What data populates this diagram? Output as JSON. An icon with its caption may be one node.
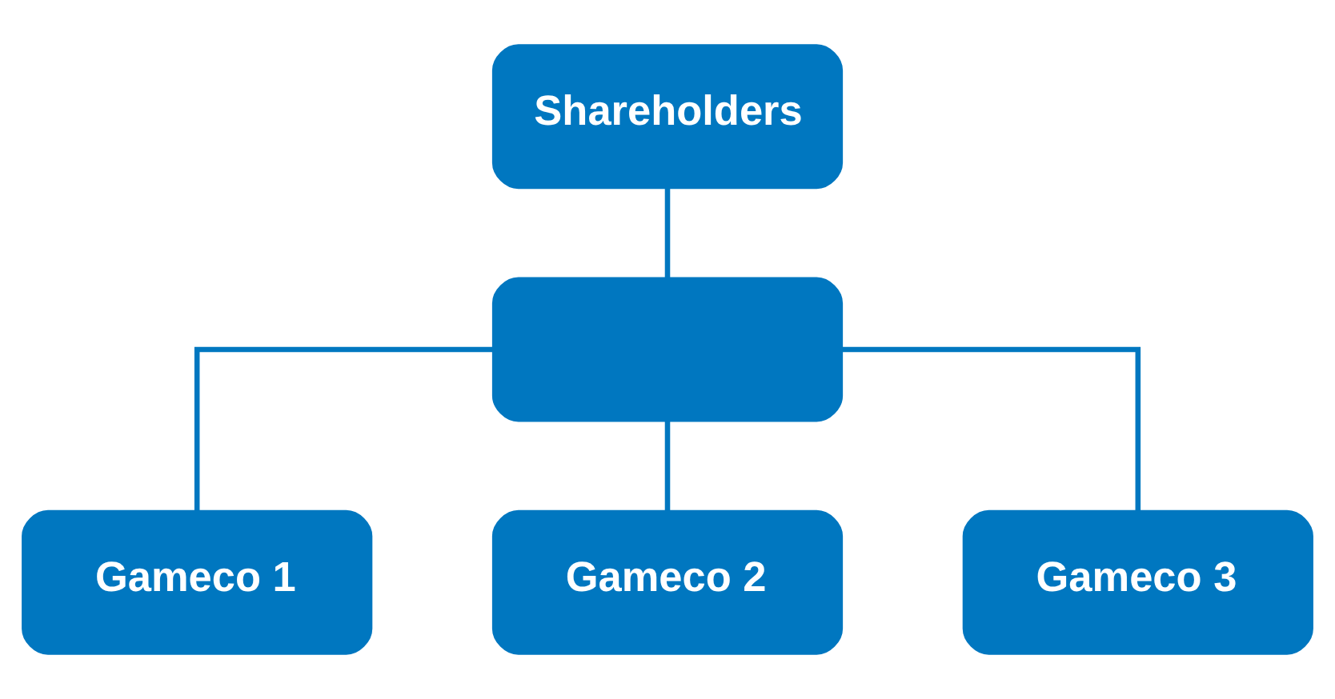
{
  "diagram": {
    "nodes": [
      {
        "text": [
          "Shareholders"
        ]
      },
      {
        "text": [],
        "shape": "box"
      },
      {
        "text": [
          "Gameco 1"
        ]
      },
      {
        "text": [
          "Gameco 2"
        ]
      },
      {
        "text": [
          "Gameco 3"
        ]
      }
    ],
    "edges": [
      {
        "from": 0,
        "to": 1,
        "arrow": "none"
      },
      {
        "from": 1,
        "to": 2,
        "arrow": "none"
      },
      {
        "from": 1,
        "to": 3,
        "arrow": "none"
      },
      {
        "from": 1,
        "to": 4,
        "arrow": "none"
      }
    ]
  }
}
